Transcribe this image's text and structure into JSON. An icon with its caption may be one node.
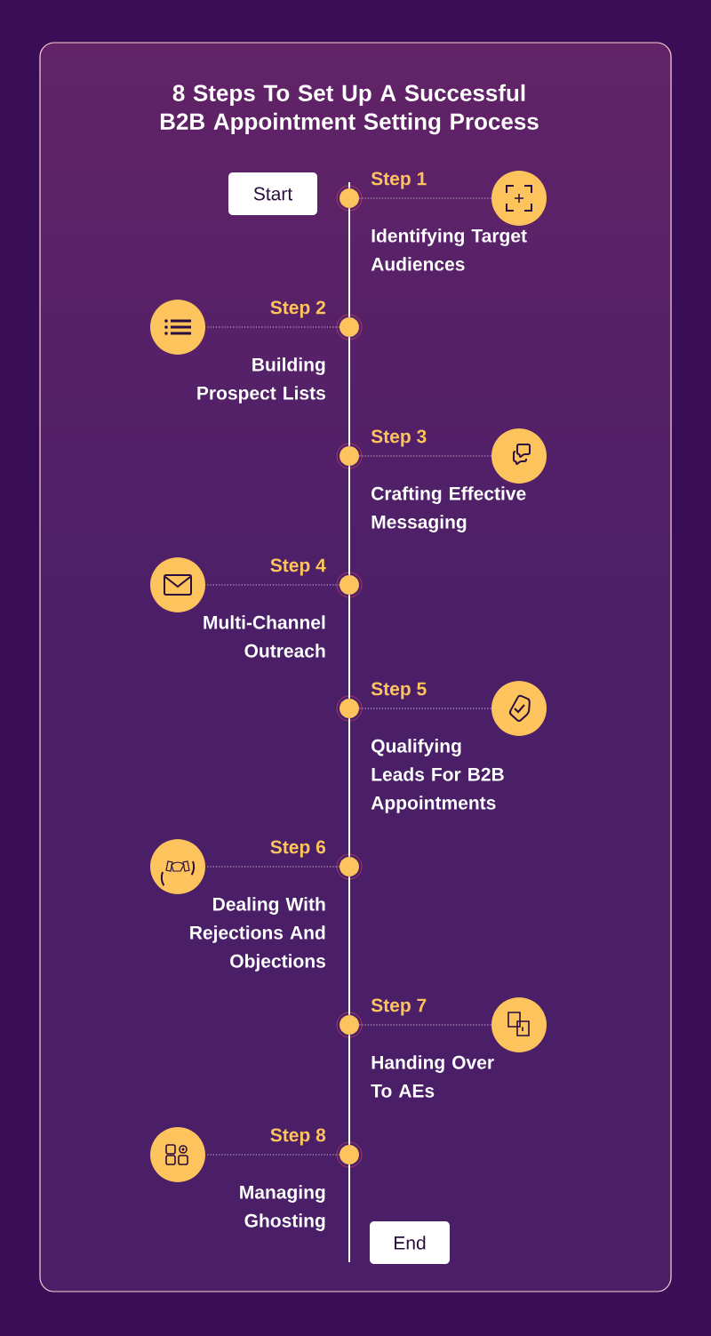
{
  "diagram": {
    "title": "8 Steps To Set Up A Successful B2B Appointment Setting Process",
    "nodes": [
      {
        "text": [
          "Start"
        ]
      },
      {
        "text": [],
        "shape": "circle",
        "beside": [
          "Step 1"
        ]
      },
      {
        "text": [],
        "shape": "circle",
        "beside": [
          "Step 2"
        ]
      },
      {
        "text": [],
        "shape": "circle",
        "beside": [
          "Step 3"
        ]
      },
      {
        "text": [],
        "shape": "circle",
        "beside": [
          "Step 4"
        ]
      },
      {
        "text": [],
        "shape": "circle",
        "beside": [
          "Step 5"
        ]
      },
      {
        "text": [],
        "shape": "circle",
        "beside": [
          "Step 6"
        ]
      },
      {
        "text": [],
        "shape": "circle",
        "beside": [
          "Step 7"
        ]
      },
      {
        "text": [],
        "shape": "circle",
        "beside": [
          "Step 8"
        ]
      },
      {
        "text": [],
        "shape": "picture"
      },
      {
        "text": [],
        "shape": "picture"
      },
      {
        "text": [],
        "shape": "picture"
      },
      {
        "text": [],
        "shape": "picture"
      },
      {
        "text": [],
        "shape": "picture"
      },
      {
        "text": [],
        "shape": "picture"
      },
      {
        "text": [],
        "shape": "picture"
      },
      {
        "text": [],
        "shape": "picture"
      },
      {
        "text": [
          "End"
        ]
      }
    ],
    "edges": [
      {
        "from": 1,
        "to": 2,
        "arrow": "none"
      },
      {
        "from": 2,
        "to": 3,
        "arrow": "none"
      },
      {
        "from": 3,
        "to": 4,
        "arrow": "none"
      },
      {
        "from": 4,
        "to": 5,
        "arrow": "none"
      },
      {
        "from": 5,
        "to": 6,
        "arrow": "none"
      },
      {
        "from": 6,
        "to": 7,
        "arrow": "none"
      },
      {
        "from": 7,
        "to": 8,
        "arrow": "none"
      },
      {
        "from": 1,
        "to": 9,
        "arrow": "none",
        "style": "dashed"
      },
      {
        "from": 2,
        "to": 10,
        "arrow": "none",
        "style": "dashed"
      },
      {
        "from": 3,
        "to": 11,
        "arrow": "none",
        "style": "dashed"
      },
      {
        "from": 4,
        "to": 12,
        "arrow": "none",
        "style": "dashed"
      },
      {
        "from": 5,
        "to": 13,
        "arrow": "none",
        "style": "dashed"
      },
      {
        "from": 6,
        "to": 14,
        "arrow": "none",
        "style": "dashed"
      },
      {
        "from": 7,
        "to": 15,
        "arrow": "none",
        "style": "dashed"
      },
      {
        "from": 8,
        "to": 16,
        "arrow": "none",
        "style": "dashed"
      }
    ],
    "labels": [
      "Identifying Target Audiences",
      "Building Prospect Lists",
      "Crafting Effective Messaging",
      "Multi-Channel Outreach",
      "Qualifying Leads For B2B Appointments",
      "Dealing With Rejections And Objections",
      "Handing Over To AEs",
      "Managing Ghosting"
    ]
  }
}
